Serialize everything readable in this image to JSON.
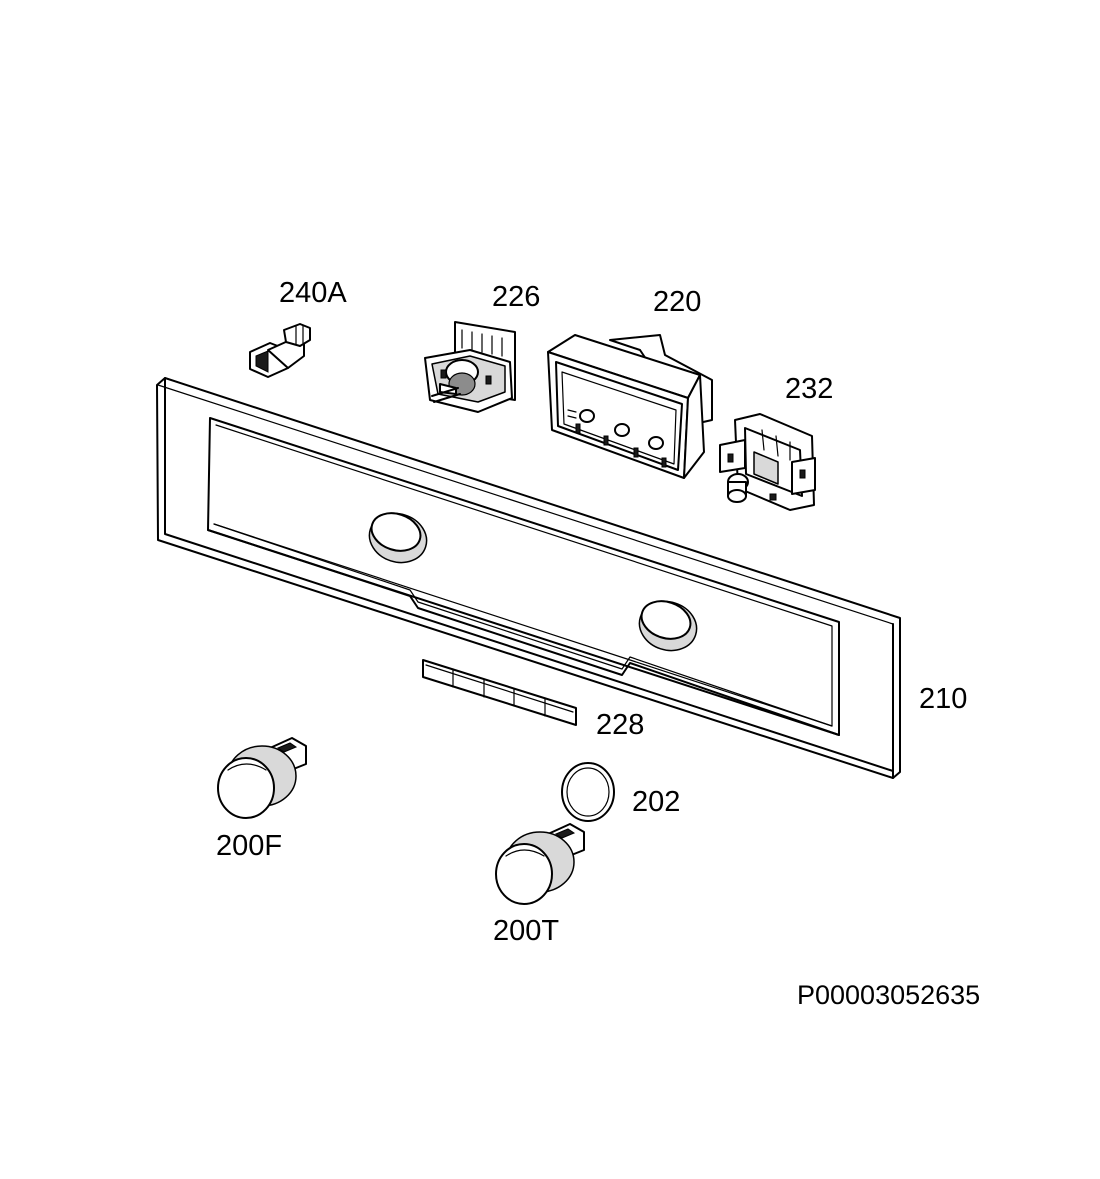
{
  "labels": {
    "lamp_holder": "240A",
    "selector_switch": "226",
    "timer_module": "220",
    "thermostat": "232",
    "control_panel": "210",
    "symbol_strip": "228",
    "ring": "202",
    "knob_function": "200F",
    "knob_temperature": "200T"
  },
  "diagram_code": "P00003052635"
}
